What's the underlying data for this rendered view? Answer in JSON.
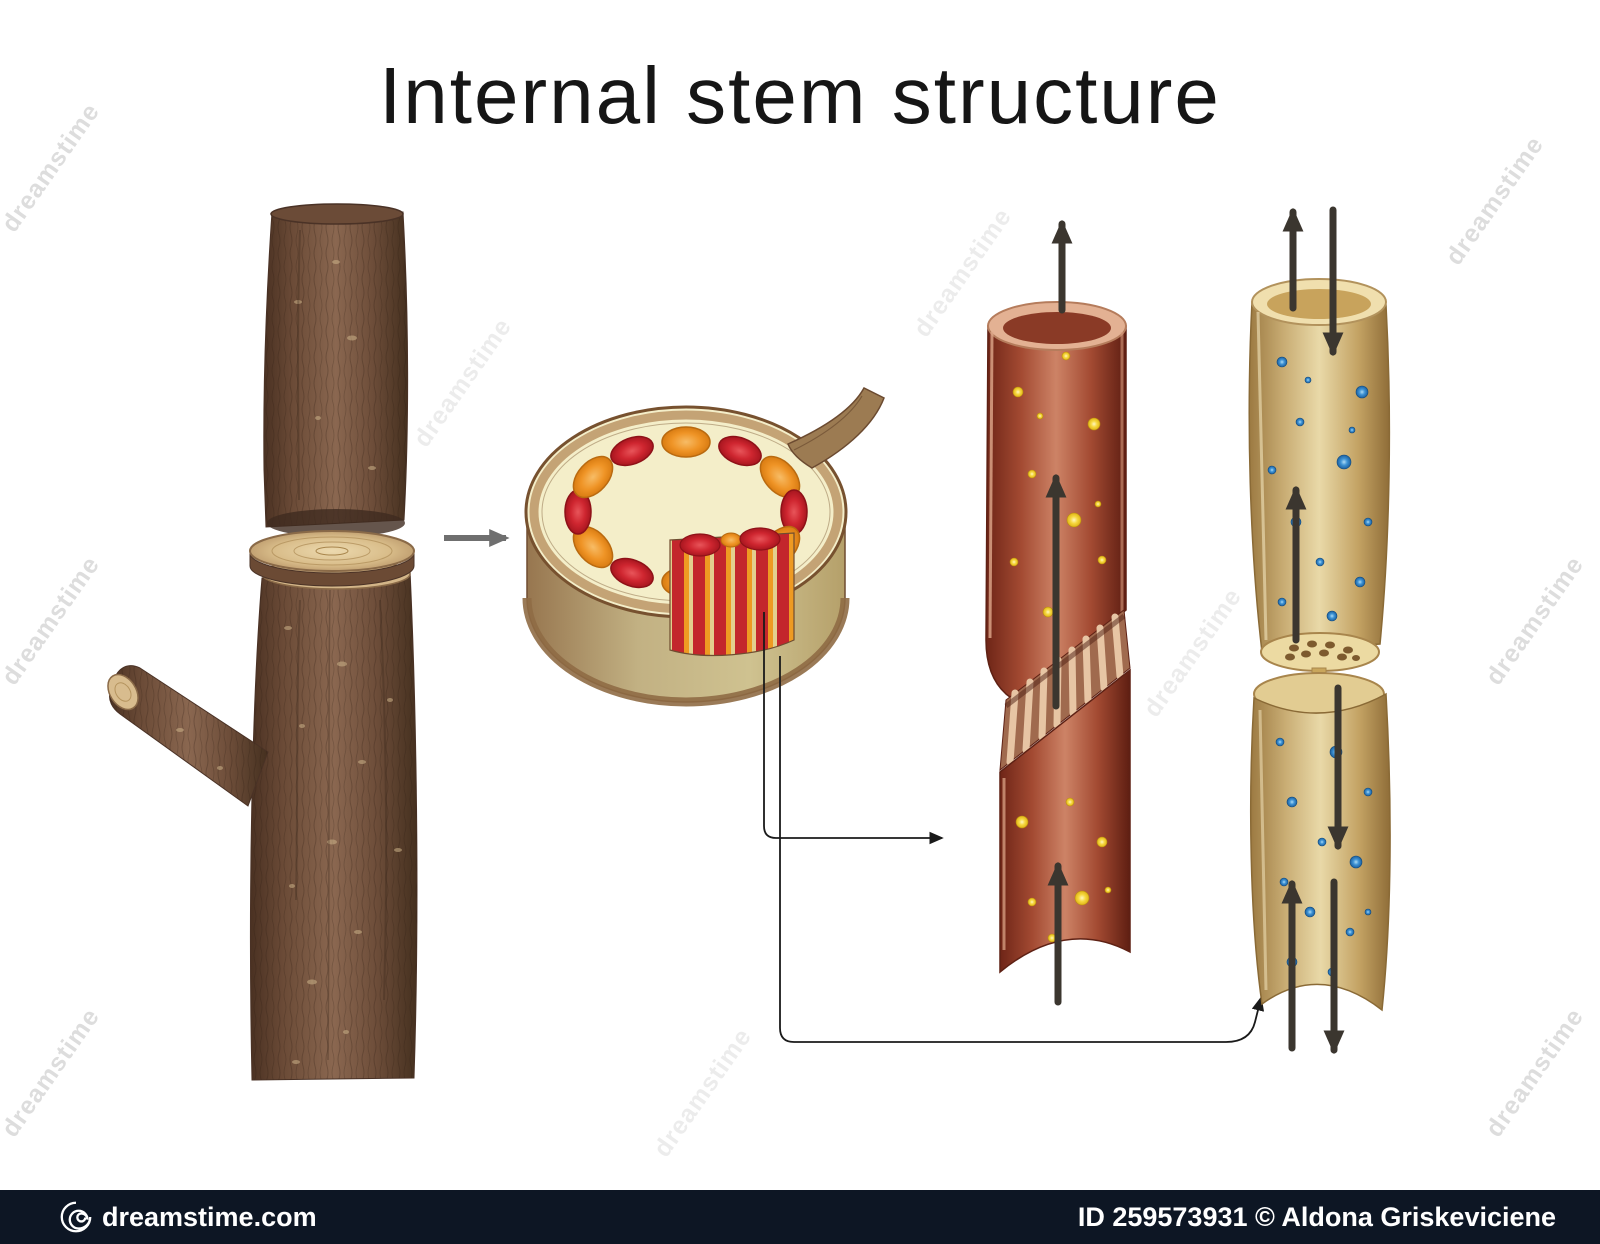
{
  "title": "Internal stem structure",
  "watermark": {
    "brand": "dreamstime"
  },
  "footer": {
    "site": "dreamstime.com",
    "credit": "ID 259573931 © Aldona Griskeviciene"
  },
  "diagram": {
    "parts": {
      "branch": "woody-stem-with-cut-disc",
      "cross_section": "stem-cross-section-with-vascular-bundles",
      "left_tube": "xylem-vessel",
      "right_tube": "phloem-sieve-tube"
    },
    "colors": {
      "xylem_tube": "#a34a32",
      "xylem_droplets": "#f2c91e",
      "phloem_tube": "#d9bd82",
      "phloem_droplets": "#1f6fb4",
      "bundle_red": "#cf2630",
      "bundle_orange": "#ef9426",
      "flow_arrow": "#3b362f",
      "footer_bar": "#0d1624"
    }
  }
}
